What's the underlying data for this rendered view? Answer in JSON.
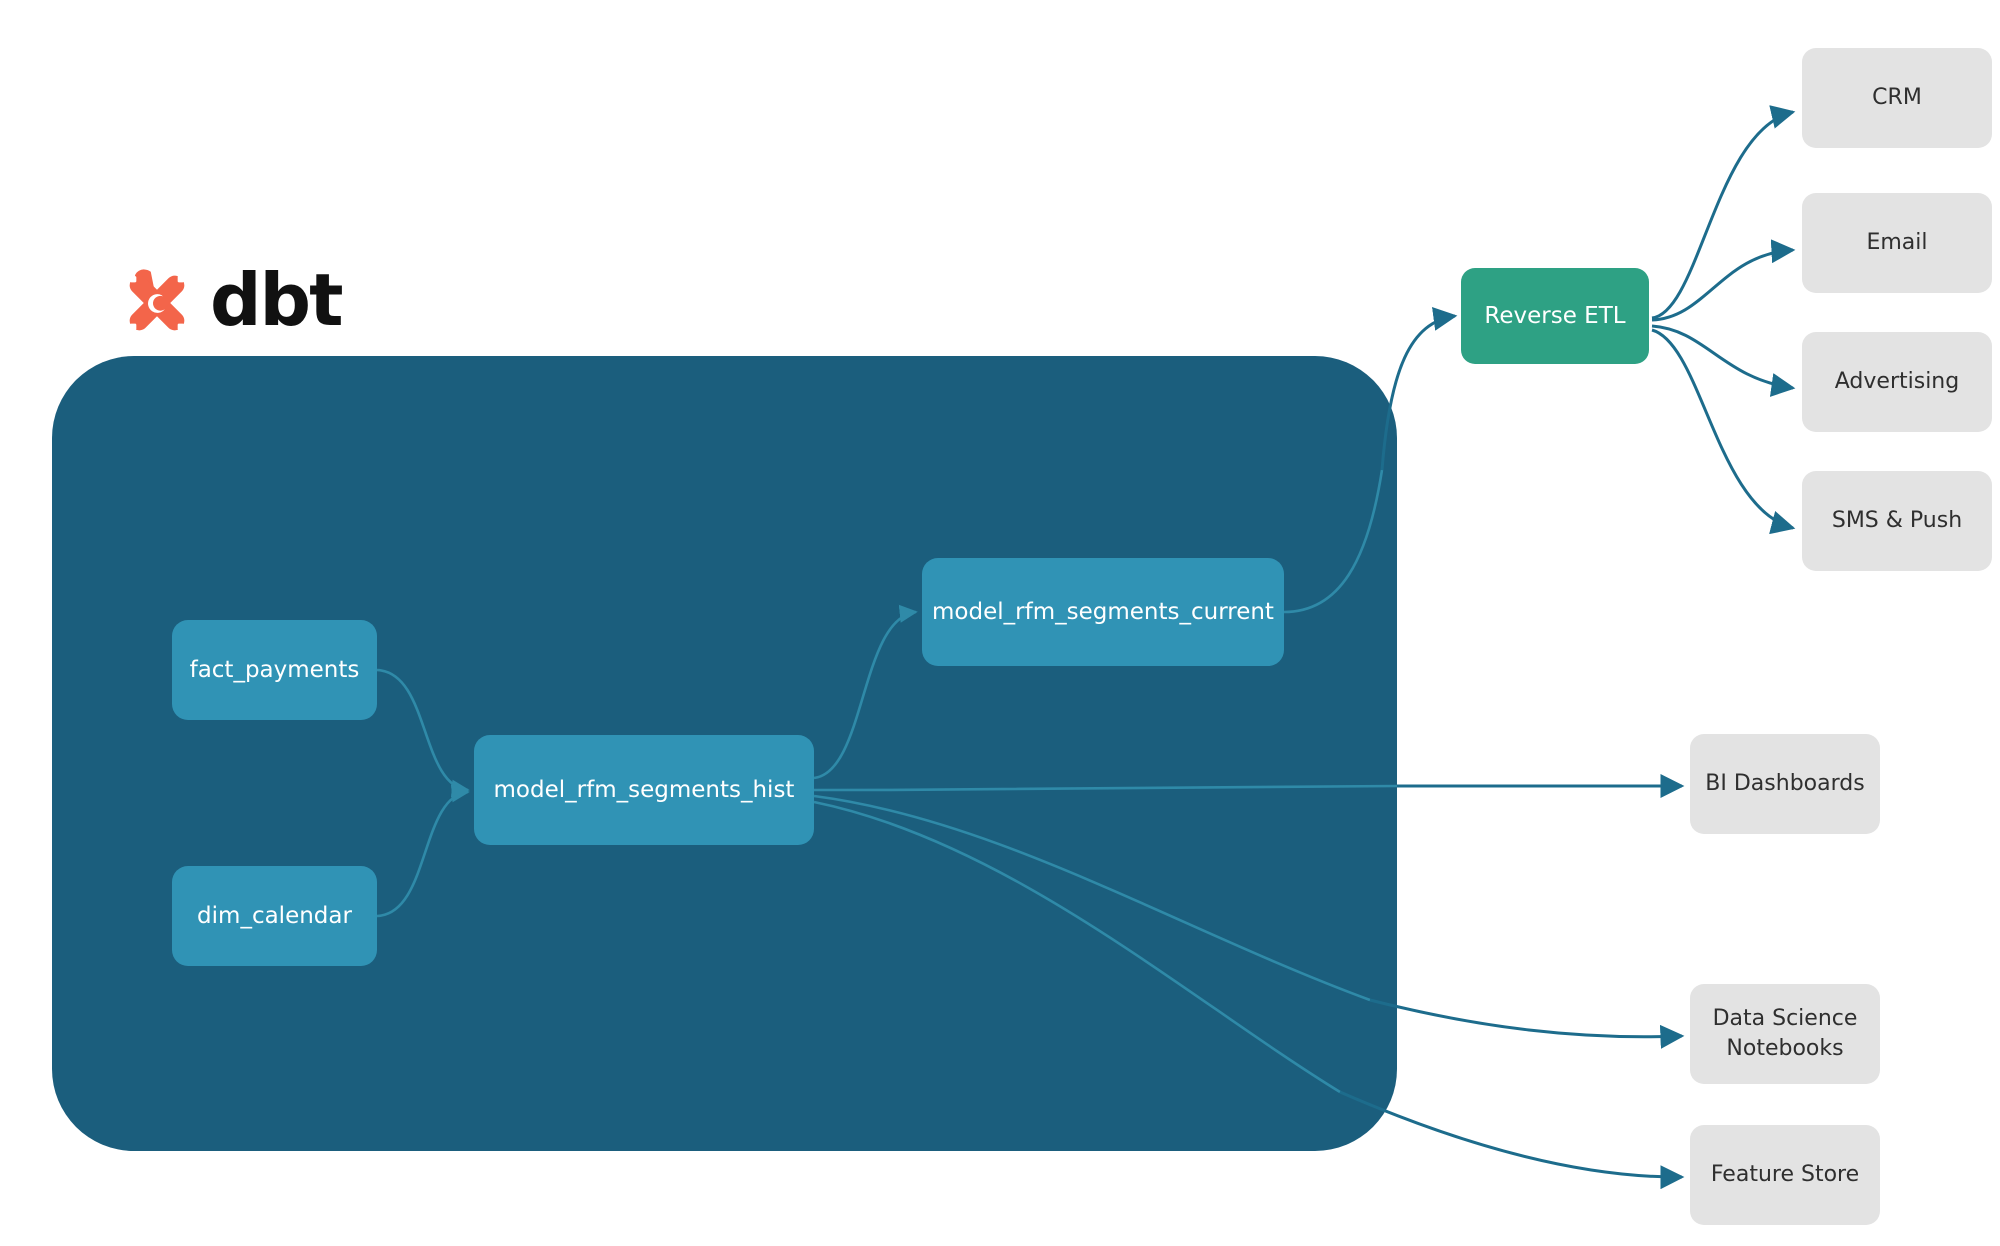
{
  "brand": {
    "logo_icon": "dbt-logo-icon",
    "wordmark": "dbt",
    "logo_color": "#f3654a",
    "wordmark_color": "#111111"
  },
  "colors": {
    "canvas_background": "#ffffff",
    "project_container": "#1b5e7d",
    "model_node": "#3093b5",
    "reverse_etl_node": "#2ea184",
    "consumer_node": "#e3e3e3",
    "edge_inner": "#2f8aa8",
    "edge_outer": "#1d6c8c",
    "model_node_text": "#ffffff",
    "consumer_node_text": "#2f2f2f"
  },
  "project_container": {
    "name": "dbt-project-boundary",
    "label": ""
  },
  "nodes": {
    "sources": [
      {
        "id": "fact_payments",
        "label": "fact_payments",
        "kind": "model"
      },
      {
        "id": "dim_calendar",
        "label": "dim_calendar",
        "kind": "model"
      }
    ],
    "models": [
      {
        "id": "model_rfm_segments_hist",
        "label": "model_rfm_segments_hist",
        "kind": "model"
      },
      {
        "id": "model_rfm_segments_current",
        "label": "model_rfm_segments_current",
        "kind": "model"
      }
    ],
    "activation": [
      {
        "id": "reverse_etl",
        "label": "Reverse ETL",
        "kind": "service"
      }
    ],
    "destinations": [
      {
        "id": "crm",
        "label": "CRM",
        "kind": "consumer"
      },
      {
        "id": "email",
        "label": "Email",
        "kind": "consumer"
      },
      {
        "id": "advertising",
        "label": "Advertising",
        "kind": "consumer"
      },
      {
        "id": "sms_push",
        "label": "SMS & Push",
        "kind": "consumer"
      }
    ],
    "analytics": [
      {
        "id": "bi_dashboards",
        "label": "BI Dashboards",
        "kind": "consumer"
      },
      {
        "id": "ds_notebooks",
        "label": "Data Science\nNotebooks",
        "kind": "consumer"
      },
      {
        "id": "feature_store",
        "label": "Feature Store",
        "kind": "consumer"
      }
    ]
  },
  "edges": [
    {
      "from": "fact_payments",
      "to": "model_rfm_segments_hist"
    },
    {
      "from": "dim_calendar",
      "to": "model_rfm_segments_hist"
    },
    {
      "from": "model_rfm_segments_hist",
      "to": "model_rfm_segments_current"
    },
    {
      "from": "model_rfm_segments_current",
      "to": "reverse_etl"
    },
    {
      "from": "reverse_etl",
      "to": "crm"
    },
    {
      "from": "reverse_etl",
      "to": "email"
    },
    {
      "from": "reverse_etl",
      "to": "advertising"
    },
    {
      "from": "reverse_etl",
      "to": "sms_push"
    },
    {
      "from": "model_rfm_segments_hist",
      "to": "bi_dashboards"
    },
    {
      "from": "model_rfm_segments_hist",
      "to": "ds_notebooks"
    },
    {
      "from": "model_rfm_segments_hist",
      "to": "feature_store"
    }
  ]
}
